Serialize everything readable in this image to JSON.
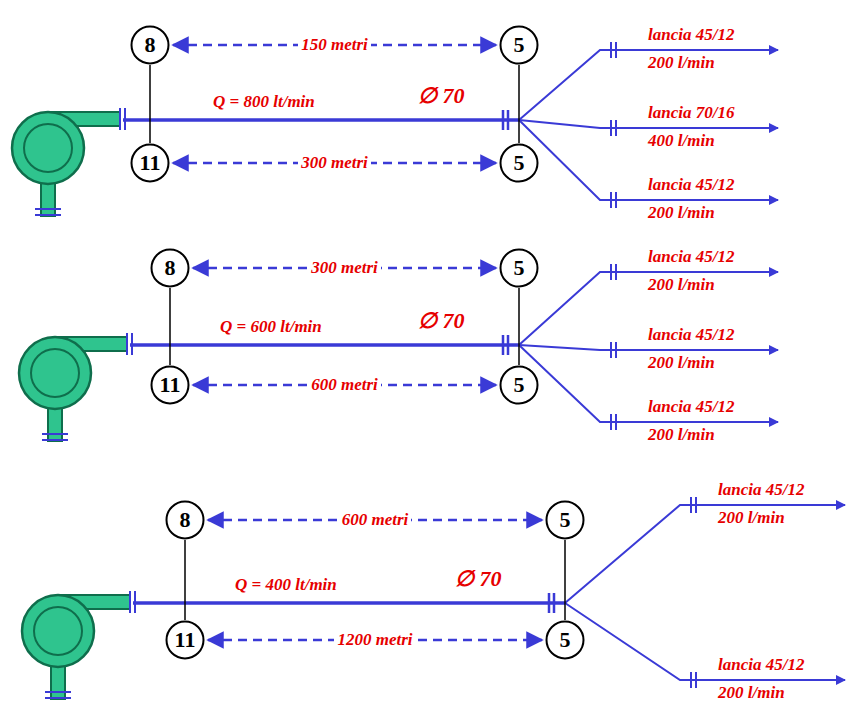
{
  "diagram": {
    "nodes": [
      {
        "text": [
          "8"
        ]
      },
      {
        "text": [
          "5"
        ]
      },
      {
        "text": [
          "11"
        ]
      },
      {
        "text": [
          "5"
        ]
      },
      {
        "text": [
          "8"
        ]
      },
      {
        "text": [
          "5"
        ]
      },
      {
        "text": [
          "11"
        ]
      },
      {
        "text": [
          "5"
        ]
      },
      {
        "text": [
          "8"
        ]
      },
      {
        "text": [
          "5"
        ]
      },
      {
        "text": [
          "11"
        ]
      },
      {
        "text": [
          "5"
        ]
      }
    ],
    "edges": [
      {
        "from": 0,
        "to": 1,
        "arrow": "both",
        "label": "150 metri"
      },
      {
        "from": 2,
        "to": 3,
        "arrow": "both",
        "label": "300 metri"
      },
      {
        "from": 0,
        "to": 2,
        "arrow": "none"
      },
      {
        "from": 1,
        "to": 3,
        "arrow": "none"
      },
      {
        "from": 4,
        "to": 5,
        "arrow": "both",
        "label": "300 metri"
      },
      {
        "from": 6,
        "to": 7,
        "arrow": "both",
        "label": "600 metri"
      },
      {
        "from": 4,
        "to": 6,
        "arrow": "none"
      },
      {
        "from": 5,
        "to": 7,
        "arrow": "none"
      },
      {
        "from": 8,
        "to": 9,
        "arrow": "both",
        "label": "600 metri"
      },
      {
        "from": 10,
        "to": 11,
        "arrow": "both",
        "label": "1200 metri"
      },
      {
        "from": 8,
        "to": 10,
        "arrow": "none"
      },
      {
        "from": 9,
        "to": 11,
        "arrow": "none"
      }
    ],
    "labels": [
      "Q = 800 lt/min",
      "∅ 70",
      "lancia 45/12",
      "200 l/min",
      "lancia 70/16",
      "400 l/min",
      "lancia 45/12",
      "200 l/min",
      "Q = 600 lt/min",
      "∅ 70",
      "lancia 45/12",
      "200 l/min",
      "lancia 45/12",
      "200 l/min",
      "lancia 45/12",
      "200 l/min",
      "Q = 400 lt/min",
      "∅ 70",
      "lancia 45/12",
      "200 l/min",
      "lancia 45/12",
      "200 l/min"
    ]
  }
}
